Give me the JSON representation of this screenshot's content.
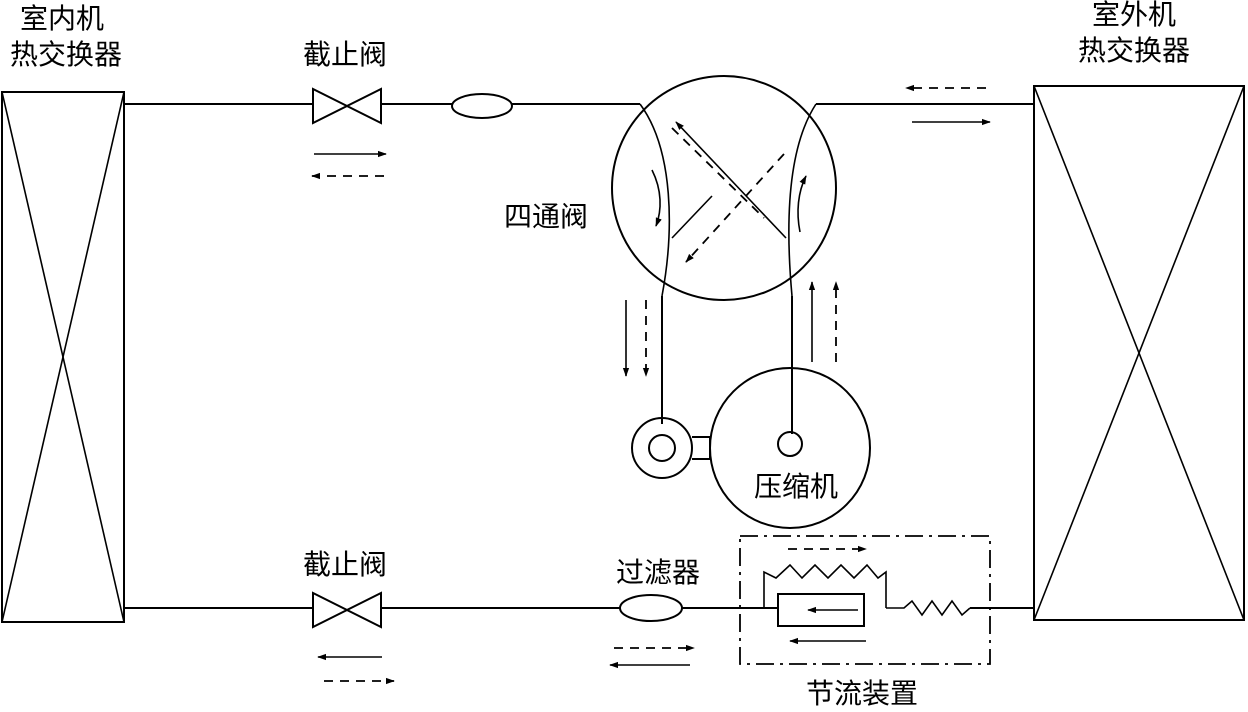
{
  "labels": {
    "indoor_hx_line1": "室内机",
    "indoor_hx_line2": "热交换器",
    "outdoor_hx_line1": "室外机",
    "outdoor_hx_line2": "热交换器",
    "stop_valve_top": "截止阀",
    "stop_valve_bottom": "截止阀",
    "four_way_valve": "四通阀",
    "compressor": "压缩机",
    "filter": "过滤器",
    "throttle_device": "节流装置"
  },
  "legend": {
    "cooling_flow": "solid-arrow",
    "heating_flow": "dashed-arrow"
  }
}
